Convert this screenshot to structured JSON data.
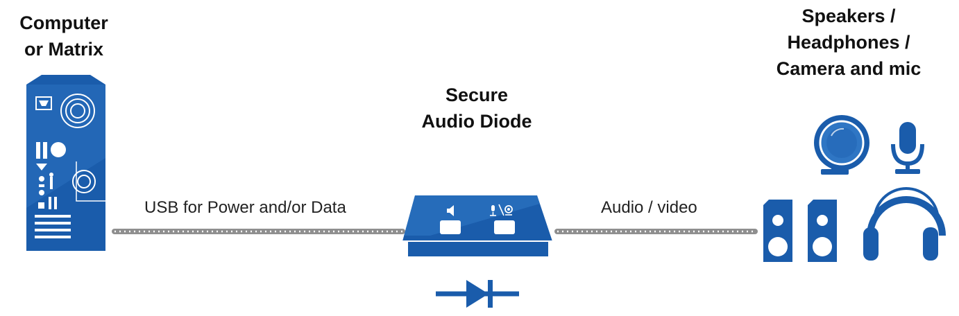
{
  "nodes": {
    "source": {
      "title_line1": "Computer",
      "title_line2": "or Matrix",
      "icon": "computer-tower-icon"
    },
    "diode": {
      "title_line1": "Secure",
      "title_line2": "Audio Diode",
      "icon": "audio-diode-device-icon"
    },
    "peripherals": {
      "title_line1": "Speakers /",
      "title_line2": "Headphones /",
      "title_line3": "Camera and mic",
      "icons": [
        "webcam-icon",
        "microphone-icon",
        "speakers-icon",
        "headphones-icon"
      ]
    }
  },
  "links": {
    "left": {
      "label": "USB for Power and/or Data",
      "icon": "cable-icon"
    },
    "right": {
      "label": "Audio / video",
      "icon": "cable-icon"
    }
  },
  "symbol": {
    "icon": "diode-symbol-icon"
  },
  "colors": {
    "primary_blue": "#1a5cab",
    "light_blue": "#2f76c4",
    "cable_gray": "#8f8f8f"
  }
}
